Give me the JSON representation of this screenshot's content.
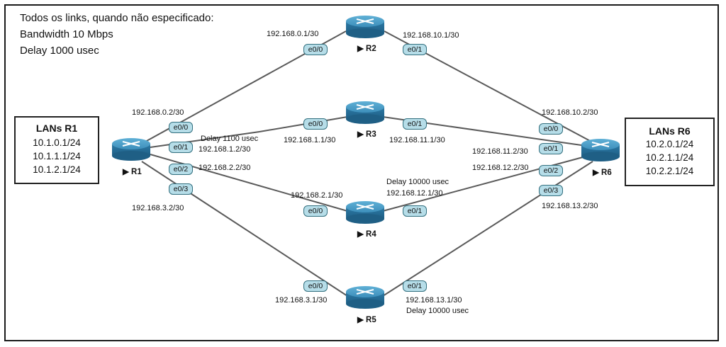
{
  "notes": {
    "line1": "Todos os links, quando não especificado:",
    "line2": "Bandwidth 10 Mbps",
    "line3": "Delay  1000 usec"
  },
  "lan_r1": {
    "title": "LANs R1",
    "addresses": [
      "10.1.0.1/24",
      "10.1.1.1/24",
      "10.1.2.1/24"
    ]
  },
  "lan_r6": {
    "title": "LANs R6",
    "addresses": [
      "10.2.0.1/24",
      "10.2.1.1/24",
      "10.2.2.1/24"
    ]
  },
  "routers": {
    "r1": "▶ R1",
    "r2": "▶ R2",
    "r3": "▶ R3",
    "r4": "▶ R4",
    "r5": "▶ R5",
    "r6": "▶ R6"
  },
  "ports": {
    "r1_e00": "e0/0",
    "r1_e01": "e0/1",
    "r1_e02": "e0/2",
    "r1_e03": "e0/3",
    "r2_e00": "e0/0",
    "r2_e01": "e0/1",
    "r3_e00": "e0/0",
    "r3_e01": "e0/1",
    "r4_e00": "e0/0",
    "r4_e01": "e0/1",
    "r5_e00": "e0/0",
    "r5_e01": "e0/1",
    "r6_e00": "e0/0",
    "r6_e01": "e0/1",
    "r6_e02": "e0/2",
    "r6_e03": "e0/3"
  },
  "ips": {
    "r2_e00": "192.168.0.1/30",
    "r2_e01": "192.168.10.1/30",
    "r1_e00": "192.168.0.2/30",
    "r6_e00": "192.168.10.2/30",
    "r3_e00": "192.168.1.1/30",
    "r3_e01": "192.168.11.1/30",
    "r1_e01": "192.168.1.2/30",
    "r6_e01": "192.168.11.2/30",
    "r1_e02": "192.168.2.2/30",
    "r6_e02": "192.168.12.2/30",
    "r4_e00": "192.168.2.1/30",
    "r4_e01": "192.168.12.1/30",
    "r1_e03": "192.168.3.2/30",
    "r6_e03": "192.168.13.2/30",
    "r5_e00": "192.168.3.1/30",
    "r5_e01": "192.168.13.1/30"
  },
  "delays": {
    "r1_r3": "Delay  1100 usec",
    "r4_r6": "Delay  10000 usec",
    "r5_r6": "Delay  10000 usec"
  },
  "colors": {
    "router_body": "#2f7fa9",
    "router_top": "#4a9cc6",
    "port_fill": "#b6dde8",
    "link": "#5a5a5a"
  }
}
